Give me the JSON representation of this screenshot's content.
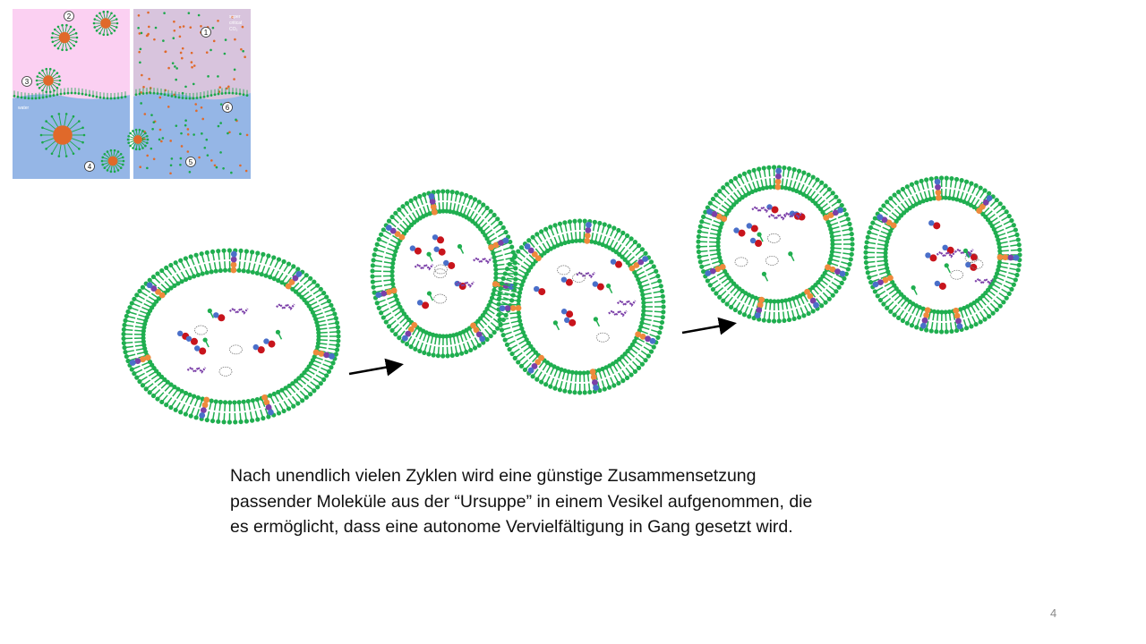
{
  "inset": {
    "numbers": [
      "1",
      "2",
      "3",
      "4",
      "5",
      "6"
    ],
    "water_label": "water",
    "co2_label_lines": [
      "super",
      "critical",
      "CO₂"
    ],
    "colors": {
      "air_left": "#fbd0f2",
      "air_right": "#d9c6e0",
      "water": "#95b6e6",
      "lipid": "#1aa84a",
      "orange": "#e0692a"
    }
  },
  "caption": {
    "lines": [
      "Nach unendlich vielen Zyklen wird eine günstige Zusammensetzung",
      "passender Moleküle aus der “Ursuppe” in einem Vesikel aufgenommen, die",
      "es ermöglicht, dass eine autonome Vervielfältigung in Gang gesetzt wird."
    ]
  },
  "page_number": "4",
  "colors": {
    "membrane": "#1fae4f",
    "protein_orange": "#ef8a3c",
    "protein_purple": "#7b3fa8",
    "protein_blue": "#4a6fc9",
    "red": "#c8141c",
    "arrow": "#000000"
  }
}
